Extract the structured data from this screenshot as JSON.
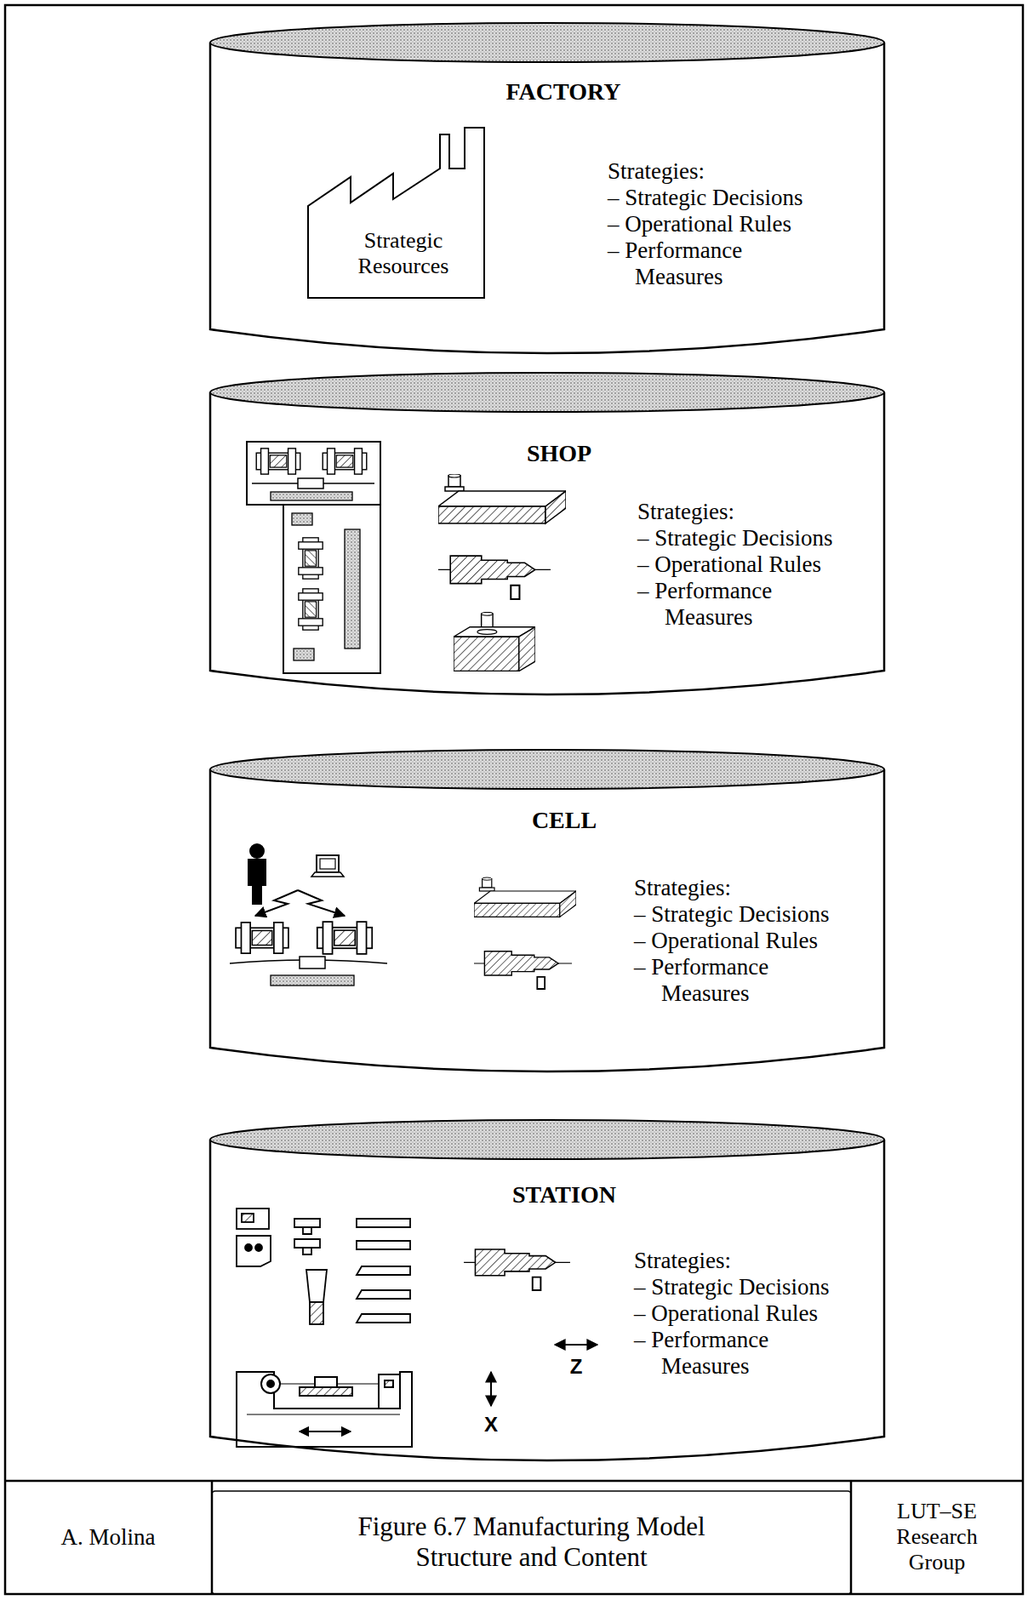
{
  "diagram": {
    "caption": "Figure 6.7 Manufacturing Model Structure and Content",
    "nodes": [
      {
        "text": [
          "FACTORY",
          "Strategies:",
          "– Strategic Decisions",
          "– Operational Rules",
          "– Performance Measures"
        ]
      },
      {
        "text": [
          "Strategic Resources"
        ],
        "in": 0
      },
      {
        "text": [
          "SHOP",
          "Strategies:",
          "– Strategic Decisions",
          "– Operational Rules",
          "– Performance Measures"
        ]
      },
      {
        "text": [
          "CELL",
          "Strategies:",
          "– Strategic Decisions",
          "– Operational Rules",
          "– Performance Measures"
        ]
      },
      {
        "text": [
          "STATION",
          "Strategies:",
          "– Strategic Decisions",
          "– Operational Rules",
          "– Performance Measures"
        ]
      },
      {
        "text": [
          "A. Molina"
        ]
      },
      {
        "text": [
          "LUT–SE Research Group"
        ]
      }
    ],
    "labels": [
      "X",
      "Z"
    ]
  }
}
